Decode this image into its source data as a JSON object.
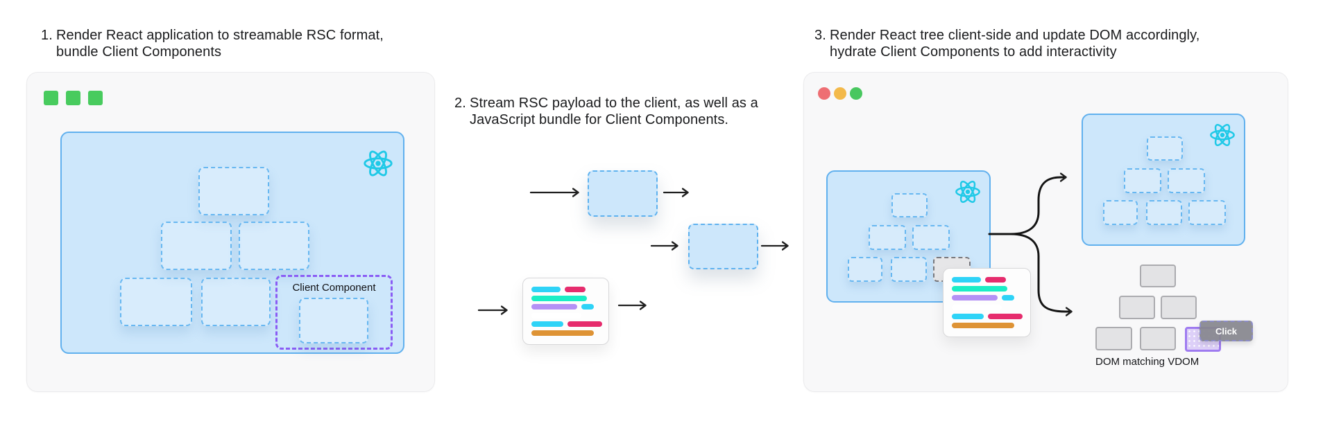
{
  "steps": [
    {
      "number": "1.",
      "title": "Render React application to streamable RSC format,\nbundle Client Components",
      "client_component_label": "Client Component"
    },
    {
      "number": "2.",
      "title": "Stream RSC payload to the client, as well as a\nJavaScript bundle for Client Components."
    },
    {
      "number": "3.",
      "title": "Render React tree client-side and update DOM accordingly,\nhydrate Client Components to add interactivity",
      "dom_caption": "DOM matching VDOM",
      "click_label": "Click"
    }
  ],
  "code_card": {
    "lines": [
      [
        {
          "color": "cyan",
          "width": 42
        },
        {
          "color": "pink",
          "width": 30
        }
      ],
      [
        {
          "color": "teal",
          "width": 80
        }
      ],
      [
        {
          "color": "purple",
          "width": 66
        },
        {
          "color": "cyan",
          "width": 18
        }
      ],
      [
        {
          "color": "white",
          "width": 72
        }
      ],
      [
        {
          "color": "cyan",
          "width": 46
        },
        {
          "color": "pink",
          "width": 50
        }
      ],
      [
        {
          "color": "orange",
          "width": 90
        }
      ]
    ],
    "pill_colors": {
      "cyan": "#2ed3f7",
      "pink": "#e62c6d",
      "teal": "#1beec6",
      "purple": "#b491f5",
      "white": "#ffffff",
      "orange": "#de9335"
    }
  },
  "colors": {
    "react_cyan": "#1fc9e7",
    "server_window_green": "#48cb5e",
    "traffic_red": "#ee6e73",
    "traffic_yellow": "#f3b94a",
    "traffic_green": "#48c75f",
    "app_box_fill": "#cde7fb",
    "app_box_border": "#60b0ee",
    "vdom_dashed_border": "#67b7f1",
    "client_component_purple": "#8a5cf5",
    "dom_gray_fill": "#e3e3e5",
    "dom_gray_border": "#ababaf",
    "hydrated_purple_border": "#9f7bf0",
    "hydrated_purple_fill": "#ddd0f8",
    "tooltip_gray": "#86868d",
    "arrow_black": "#1f1f1f"
  }
}
